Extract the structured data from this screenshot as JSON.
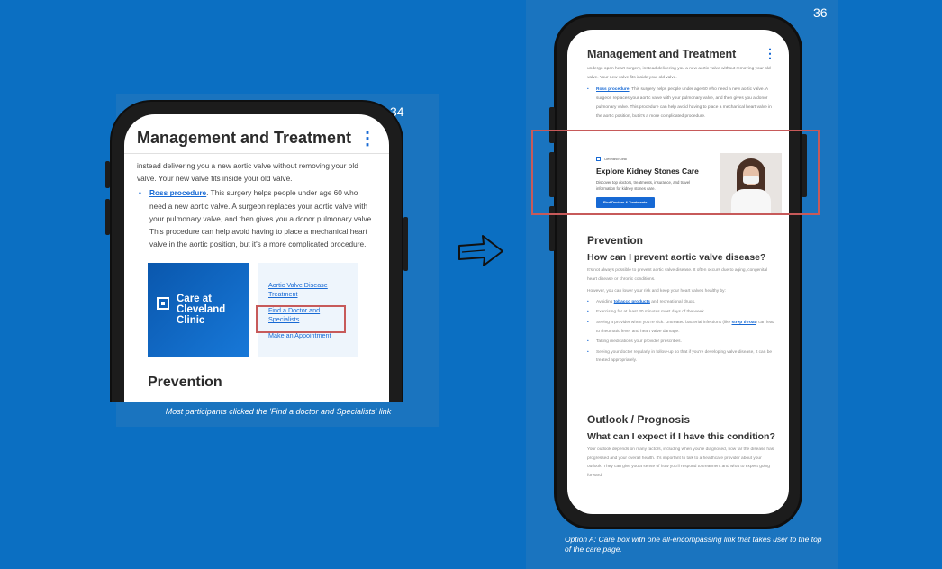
{
  "left_slide": {
    "slide_number": "34",
    "caption": "Most participants clicked the 'Find a doctor and Specialists' link",
    "header_title": "Management and Treatment",
    "intro_text": "instead delivering you a new aortic valve without removing your old valve. Your new valve fits inside your old valve.",
    "bullet_link": "Ross procedure",
    "bullet_text": ". This surgery helps people under age 60 who need a new aortic valve. A surgeon replaces your aortic valve with your pulmonary valve, and then gives you a donor pulmonary valve. This procedure can help avoid having to place a mechanical heart valve in the aortic position, but it's a more complicated procedure.",
    "care_tile_name": "Care at Cleveland Clinic",
    "care_links": [
      "Aortic Valve Disease Treatment",
      "Find a Doctor and Specialists",
      "Make an Appointment"
    ],
    "next_heading": "Prevention"
  },
  "right_slide": {
    "slide_number": "36",
    "caption": "Option A: Care box with one all-encompassing link that takes user to the top of the care page.",
    "header_title": "Management and Treatment",
    "intro_text": "undergo open heart surgery, instead delivering you a new aortic valve without removing your old valve. Your new valve fits inside your old valve.",
    "bullet_link": "Ross procedure",
    "bullet_text": ". This surgery helps people under age 60 who need a new aortic valve. A surgeon replaces your aortic valve with your pulmonary valve, and then gives you a donor pulmonary valve. This procedure can help avoid having to place a mechanical heart valve in the aortic position, but it's a more complicated procedure.",
    "care_box": {
      "brand": "Cleveland Clinic",
      "title": "Explore Kidney Stones Care",
      "description": "Discover top doctors, treatments, insurance, and travel information for kidney stones care.",
      "button": "Find Doctors & Treatments"
    },
    "prevention": {
      "heading": "Prevention",
      "subheading": "How can I prevent aortic valve disease?",
      "para1": "It's not always possible to prevent aortic valve disease. It often occurs due to aging, congenital heart disease or chronic conditions.",
      "para2": "However, you can lower your risk and keep your heart valves healthy by:",
      "items": [
        {
          "pre": "Avoiding ",
          "link": "tobacco products",
          "post": " and recreational drugs."
        },
        {
          "pre": "Exercising for at least 30 minutes most days of the week.",
          "link": "",
          "post": ""
        },
        {
          "pre": "Seeing a provider when you're sick. Untreated bacterial infections (like ",
          "link": "strep throat",
          "post": ") can lead to rheumatic fever and heart valve damage."
        },
        {
          "pre": "Taking medications your provider prescribes.",
          "link": "",
          "post": ""
        },
        {
          "pre": "Seeing your doctor regularly in follow-up so that if you're developing valve disease, it can be treated appropriately.",
          "link": "",
          "post": ""
        }
      ]
    },
    "outlook": {
      "heading": "Outlook / Prognosis",
      "subheading": "What can I expect if I have this condition?",
      "para": "Your outlook depends on many factors, including when you're diagnosed, how far the disease has progressed and your overall health. It's important to talk to a healthcare provider about your outlook. They can give you a sense of how you'll respond to treatment and what to expect going forward."
    }
  },
  "colors": {
    "background": "#0b6fc2",
    "panel": "#1a74bf",
    "accent_link": "#1769d4",
    "highlight": "#c75a5a"
  }
}
